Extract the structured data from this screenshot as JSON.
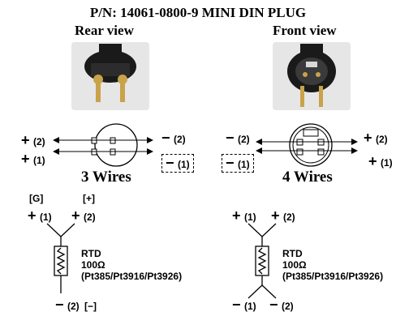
{
  "header": {
    "title": "P/N: 14061-0800-9    MINI DIN PLUG",
    "rear_view": "Rear view",
    "front_view": "Front view"
  },
  "left_diagram": {
    "wires_label": "3 Wires",
    "top_left_plus": "+",
    "top_left_tag": "(2)",
    "bottom_left_plus": "+",
    "bottom_left_tag": "(1)",
    "top_right_minus": "−",
    "top_right_tag": "(2)",
    "boxed_minus": "−",
    "boxed_tag": "(1)"
  },
  "right_diagram": {
    "wires_label": "4 Wires",
    "top_left_minus": "−",
    "top_left_tag": "(2)",
    "boxed_minus": "−",
    "boxed_tag": "(1)",
    "top_right_plus": "+",
    "top_right_tag": "(2)",
    "bottom_right_plus": "+",
    "bottom_right_tag": "(1)"
  },
  "left_schematic": {
    "g_label": "[G]",
    "plus_label": "[+]",
    "left_plus": "+",
    "left_tag": "(1)",
    "right_plus": "+",
    "right_tag": "(2)",
    "rtd_title": "RTD",
    "rtd_value": "100Ω",
    "rtd_types": "(Pt385/Pt3916/Pt3926)",
    "bottom_minus": "−",
    "bottom_tag": "(2)",
    "minus_label": "[−]"
  },
  "right_schematic": {
    "left_plus": "+",
    "left_tag": "(1)",
    "right_plus": "+",
    "right_tag": "(2)",
    "rtd_title": "RTD",
    "rtd_value": "100Ω",
    "rtd_types": "(Pt385/Pt3916/Pt3926)",
    "bottom_left_minus": "−",
    "bottom_left_tag": "(1)",
    "bottom_right_minus": "−",
    "bottom_right_tag": "(2)"
  },
  "colors": {
    "ink": "#000000",
    "photo_bg": "#e6e6e6",
    "connector_body": "#1a1a1a",
    "pin": "#c9a34a"
  }
}
